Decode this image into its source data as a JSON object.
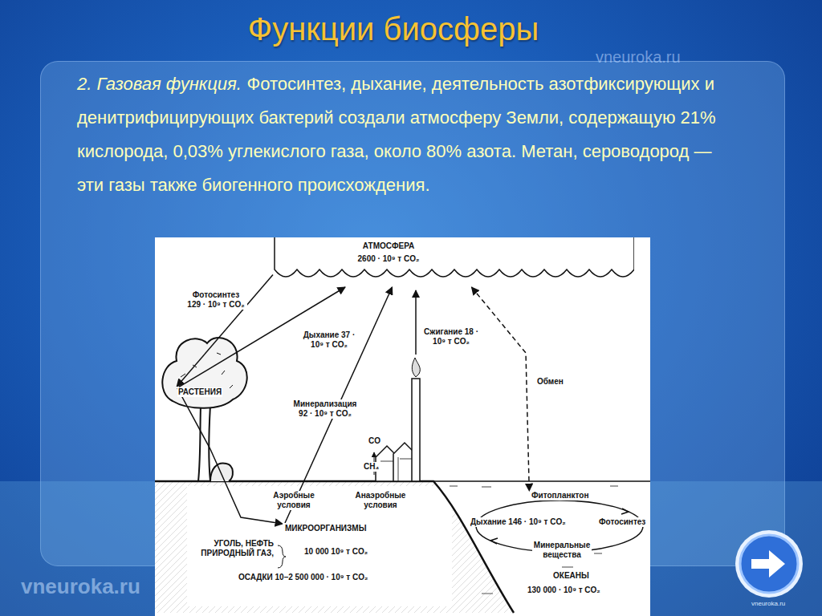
{
  "diagram": {
    "title": "Функции биосферы",
    "nodes": [
      {
        "text": [
          "2. Газовая функция.",
          "Фотосинтез, дыхание, деятельность азотфиксирующих и денитрифицирующих бактерий создали атмосферу Земли, содержащую 21% кислорода, 0,03% углекислого газа, около 80% азота. Метан, сероводород — эти газы также биогенного происхождения."
        ]
      },
      {
        "text": [
          "АТМОСФЕРА",
          "2600 · 10⁹ т CO₂"
        ]
      },
      {
        "text": [
          "РАСТЕНИЯ"
        ]
      },
      {
        "text": [
          "МИКРООРГАНИЗМЫ"
        ]
      },
      {
        "text": [
          "Фитопланктон",
          "Дыхание 146 · 10⁹ т CO₂",
          "Фотосинтез",
          "Минеральные вещества"
        ]
      }
    ],
    "edges": [
      {
        "from": 1,
        "to": 2,
        "label": "Фотосинтез 129 · 10⁹ т CO₂",
        "arrow": "to"
      },
      {
        "from": 2,
        "to": 1,
        "label": "Дыхание 37 · 10⁹ т CO₂",
        "arrow": "to"
      },
      {
        "from": 3,
        "to": 1,
        "label": "Минерализация 92 · 10⁹ т CO₂",
        "arrow": "to"
      },
      {
        "from": 2,
        "to": 3,
        "arrow": "to"
      },
      {
        "from": 1,
        "to": 4,
        "label": "Обмен",
        "arrow": "both"
      }
    ],
    "labels": [
      "vneuroka.ru",
      "Сжигание 18 · 10⁹ т CO₂",
      "CO",
      "CH₄",
      "Аэробные условия",
      "Анаэробные условия",
      "УГОЛЬ, НЕФТЬ ПРИРОДНЫЙ ГАЗ,",
      "10 000 10⁹ т CO₂",
      "ОСАДКИ 10–2 500 000 · 10⁹ т CO₂",
      "ОКЕАНЫ",
      "130 000 · 10⁹ т CO₂",
      "vneuroka.ru",
      "vneuroka.ru"
    ]
  }
}
